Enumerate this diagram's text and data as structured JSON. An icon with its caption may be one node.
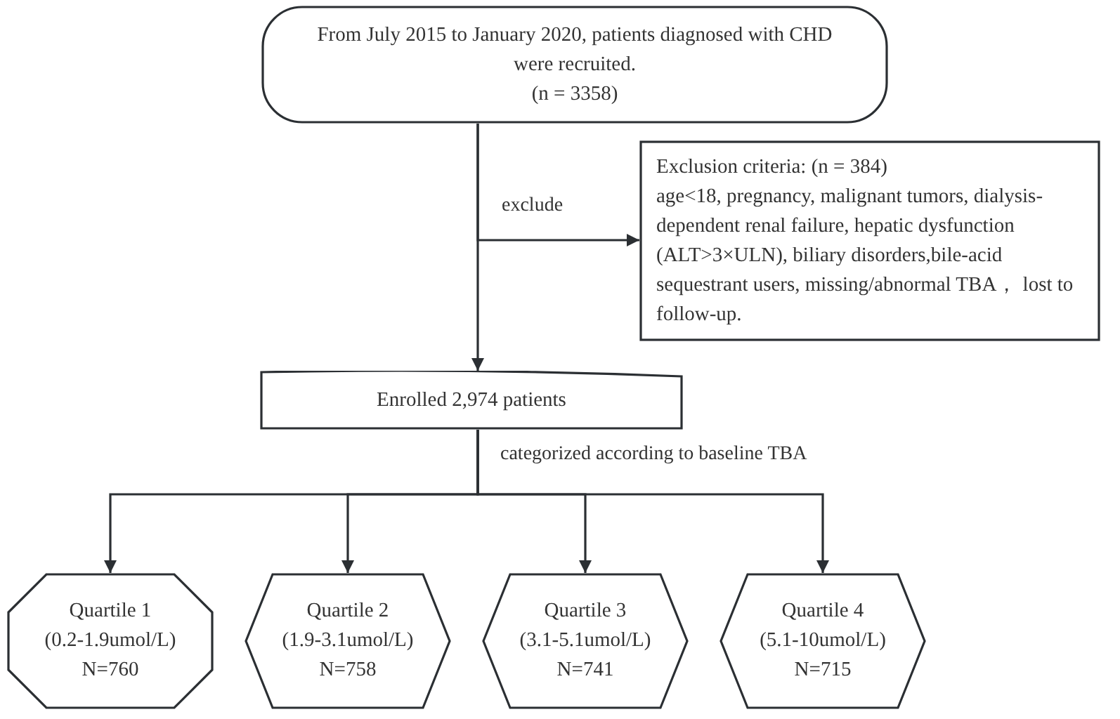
{
  "diagram": {
    "nodes": [
      {
        "text": [
          "From July 2015 to January 2020, patients diagnosed with CHD were recruited.",
          "(n = 3358)"
        ]
      },
      {
        "text": [
          "Exclusion criteria: (n = 384)",
          "age<18, pregnancy, malignant tumors, dialysis-dependent renal failure, hepatic dysfunction (ALT>3×ULN), biliary disorders,bile-acid sequestrant users, missing/abnormal TBA， lost to follow-up."
        ]
      },
      {
        "text": [
          "Enrolled 2,974 patients"
        ]
      },
      {
        "text": [
          "Quartile 1",
          "(0.2-1.9umol/L)",
          "N=760"
        ]
      },
      {
        "text": [
          "Quartile 2",
          "(1.9-3.1umol/L)",
          "N=758"
        ]
      },
      {
        "text": [
          "Quartile 3",
          "(3.1-5.1umol/L)",
          "N=741"
        ]
      },
      {
        "text": [
          "Quartile 4",
          "(5.1-10umol/L)",
          "N=715"
        ]
      }
    ],
    "edges": [
      {
        "from": 0,
        "to": 2,
        "arrow": "to"
      },
      {
        "from": 0,
        "to": 1,
        "arrow": "to",
        "label": "exclude"
      },
      {
        "from": 2,
        "to": 3,
        "arrow": "to"
      },
      {
        "from": 2,
        "to": 4,
        "arrow": "to"
      },
      {
        "from": 2,
        "to": 5,
        "arrow": "to"
      },
      {
        "from": 2,
        "to": 6,
        "arrow": "to"
      }
    ],
    "labels": [
      "categorized according to baseline TBA"
    ]
  }
}
